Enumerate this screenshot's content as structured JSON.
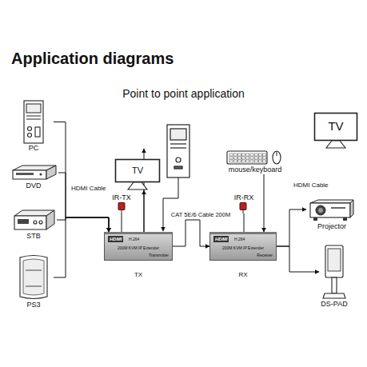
{
  "diagram": {
    "title": "Application diagrams",
    "nodes": [
      {
        "text": [
          "PC"
        ]
      },
      {
        "text": [
          "DVD"
        ]
      },
      {
        "text": [
          "STB"
        ]
      },
      {
        "text": [
          "PS3"
        ]
      },
      {
        "text": [
          "IR-TX"
        ]
      },
      {
        "text": [
          "TV"
        ]
      },
      {
        "text": [
          "HDMI",
          "H.264",
          "200M KVM IP Extender",
          "Transmitter",
          "TX"
        ]
      },
      {
        "text": [
          "IR-RX"
        ]
      },
      {
        "text": [
          "mouse/keyboard"
        ]
      },
      {
        "text": [
          "HDMI",
          "H.264",
          "200M KVM IP Extender",
          "Receiver",
          "RX"
        ]
      },
      {
        "text": [
          "TV"
        ]
      },
      {
        "text": [
          "Projector"
        ]
      },
      {
        "text": [
          "DS-PAD"
        ]
      }
    ],
    "edges": [
      {
        "from": 0,
        "to": 6,
        "arrow": "to"
      },
      {
        "from": 1,
        "to": 6,
        "arrow": "to"
      },
      {
        "from": 2,
        "to": 6,
        "arrow": "to"
      },
      {
        "from": 3,
        "to": 6,
        "arrow": "to"
      },
      {
        "from": 4,
        "to": 6,
        "arrow": "none"
      },
      {
        "from": 6,
        "to": 5,
        "arrow": "to"
      },
      {
        "from": 6,
        "to": 9,
        "label": "CAT 5E/6 Cable 200M",
        "arrow": "to"
      },
      {
        "from": 7,
        "to": 9,
        "arrow": "none"
      },
      {
        "from": 8,
        "to": 9,
        "arrow": "to"
      },
      {
        "from": 9,
        "to": 10,
        "arrow": "to"
      },
      {
        "from": 9,
        "to": 11,
        "arrow": "to"
      },
      {
        "from": 9,
        "to": 12,
        "arrow": "to"
      }
    ],
    "labels": [
      "Point to point application",
      "HDMI Cable",
      "HDMI Cable"
    ]
  }
}
